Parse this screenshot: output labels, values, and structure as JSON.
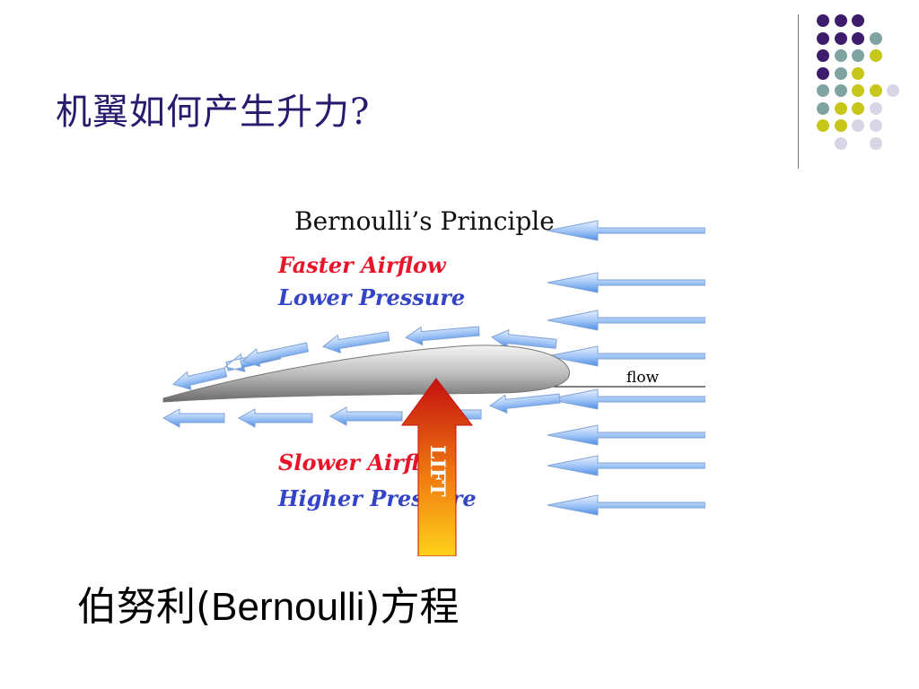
{
  "slide": {
    "title": "机翼如何产生升力?",
    "caption_prefix": "伯努利(",
    "caption_latin": "Bernoulli",
    "caption_suffix": ")方程"
  },
  "figure": {
    "heading": "Bernoulli’s Principle",
    "upper_line1": "Faster Airflow",
    "upper_line2": "Lower Pressure",
    "lower_line1": "Slower Airflow",
    "lower_line2": "Higher Pressure",
    "flow_label": "flow",
    "lift_label": "LIFT"
  },
  "colors": {
    "title": "#2a1a6e",
    "red_text": "#e8142a",
    "blue_text": "#3344c6",
    "arrow_fill_light": "#eef4ff",
    "arrow_fill_dark": "#4f8fe8",
    "dot_purple": "#3d1d6b",
    "dot_teal": "#7fa3a1",
    "dot_yellow": "#c7c61a",
    "dot_lavender": "#d7d5e6"
  },
  "decor_dots": [
    [
      "purple",
      "purple",
      "purple",
      null
    ],
    [
      "purple",
      "purple",
      "purple",
      "teal"
    ],
    [
      "purple",
      "teal",
      "teal",
      "yellow"
    ],
    [
      "purple",
      "teal",
      "yellow",
      null
    ],
    [
      "teal",
      "teal",
      "yellow",
      "yellow",
      "lavender"
    ],
    [
      "teal",
      "yellow",
      "yellow",
      "lavender"
    ],
    [
      "yellow",
      "yellow",
      "lavender",
      "lavender"
    ],
    [
      null,
      "lavender",
      null,
      "lavender"
    ]
  ]
}
